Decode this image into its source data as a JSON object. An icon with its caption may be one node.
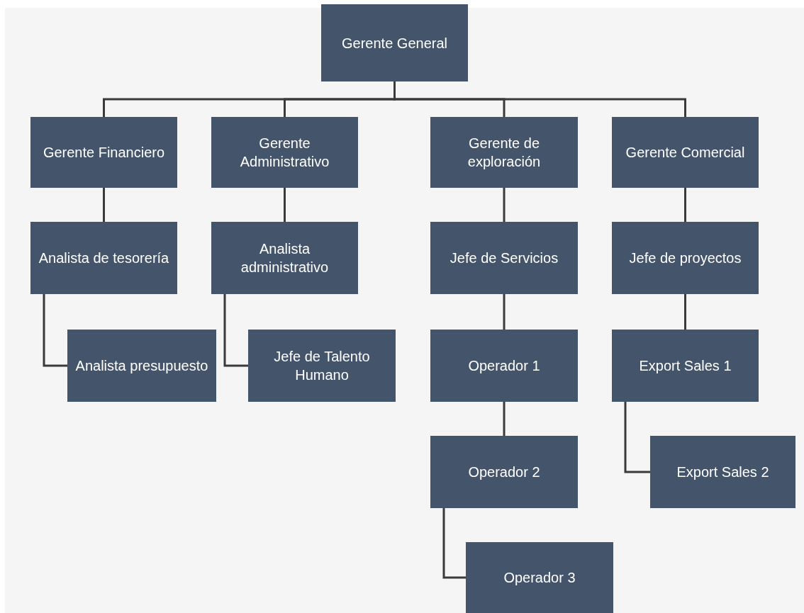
{
  "diagram": {
    "nodes": [
      {
        "text": [
          "Gerente General"
        ]
      },
      {
        "text": [
          "Gerente Financiero"
        ]
      },
      {
        "text": [
          "Gerente Administrativo"
        ]
      },
      {
        "text": [
          "Gerente de exploración"
        ]
      },
      {
        "text": [
          "Gerente Comercial"
        ]
      },
      {
        "text": [
          "Analista de tesorería"
        ]
      },
      {
        "text": [
          "Analista administrativo"
        ]
      },
      {
        "text": [
          "Jefe de Servicios"
        ]
      },
      {
        "text": [
          "Jefe de proyectos"
        ]
      },
      {
        "text": [
          "Analista presupuesto"
        ]
      },
      {
        "text": [
          "Jefe de Talento Humano"
        ]
      },
      {
        "text": [
          "Operador 1"
        ]
      },
      {
        "text": [
          "Export Sales 1"
        ]
      },
      {
        "text": [
          "Operador 2"
        ]
      },
      {
        "text": [
          "Export Sales 2"
        ]
      },
      {
        "text": [
          "Operador 3"
        ]
      }
    ],
    "edges": [
      {
        "from": 0,
        "to": 1,
        "arrow": "none"
      },
      {
        "from": 0,
        "to": 2,
        "arrow": "none"
      },
      {
        "from": 0,
        "to": 3,
        "arrow": "none"
      },
      {
        "from": 0,
        "to": 4,
        "arrow": "none"
      },
      {
        "from": 1,
        "to": 5,
        "arrow": "none"
      },
      {
        "from": 2,
        "to": 6,
        "arrow": "none"
      },
      {
        "from": 3,
        "to": 7,
        "arrow": "none"
      },
      {
        "from": 4,
        "to": 8,
        "arrow": "none"
      },
      {
        "from": 5,
        "to": 9,
        "arrow": "none"
      },
      {
        "from": 6,
        "to": 10,
        "arrow": "none"
      },
      {
        "from": 7,
        "to": 11,
        "arrow": "none"
      },
      {
        "from": 8,
        "to": 12,
        "arrow": "none"
      },
      {
        "from": 11,
        "to": 13,
        "arrow": "none"
      },
      {
        "from": 12,
        "to": 14,
        "arrow": "none"
      },
      {
        "from": 13,
        "to": 15,
        "arrow": "none"
      }
    ]
  }
}
